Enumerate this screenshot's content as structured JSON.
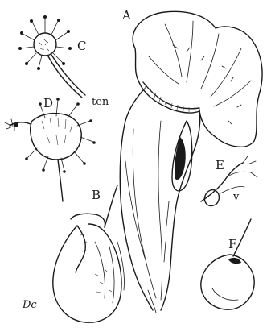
{
  "figure": {
    "labels": {
      "a": "A",
      "b": "B",
      "c": "C",
      "d": "D",
      "e": "E",
      "f": "F",
      "ten": "ten",
      "v": "v",
      "signature": "Dc"
    }
  }
}
